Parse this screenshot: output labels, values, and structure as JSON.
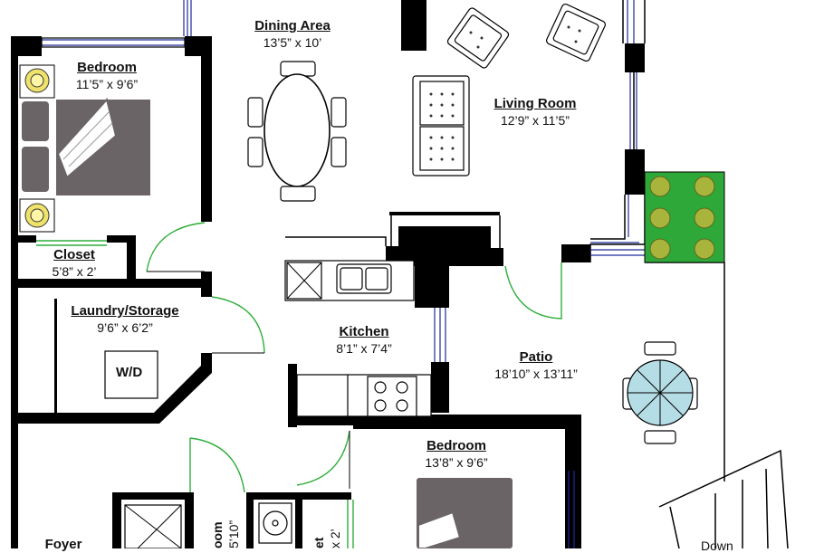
{
  "rooms": [
    {
      "id": "dining",
      "name": "Dining Area",
      "dims": "13’5” x 10’"
    },
    {
      "id": "living",
      "name": "Living Room",
      "dims": "12’9” x 11’5”"
    },
    {
      "id": "bedroom1",
      "name": "Bedroom",
      "dims": "11’5” x 9’6”"
    },
    {
      "id": "closet",
      "name": "Closet",
      "dims": "5’8” x 2’"
    },
    {
      "id": "laundry",
      "name": "Laundry/Storage",
      "dims": "9’6” x 6’2”"
    },
    {
      "id": "kitchen",
      "name": "Kitchen",
      "dims": "8’1” x 7’4”"
    },
    {
      "id": "patio",
      "name": "Patio",
      "dims": "18’10” x 13’11”"
    },
    {
      "id": "bedroom2",
      "name": "Bedroom",
      "dims": "13’8” x 9’6”"
    }
  ],
  "partial_labels": {
    "foyer": "Foyer",
    "bath_name": "oom",
    "bath_dims": "5’10”",
    "closet2_name": "et",
    "closet2_dims": "x 2’",
    "down": "Down"
  },
  "fixtures": {
    "washer_dryer": "W/D"
  },
  "colors": {
    "wall": "#000000",
    "door_swing": "#2fae3a",
    "window_line": "#1f2a9a",
    "furniture": "#6b6466",
    "patio_table": "#b5dde6",
    "planter": "#2fa83a"
  }
}
